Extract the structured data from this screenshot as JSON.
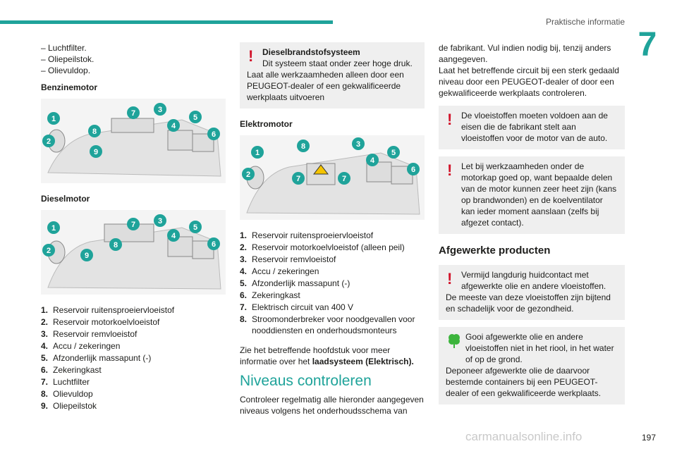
{
  "header": {
    "title": "Praktische informatie",
    "chapter": "7"
  },
  "col1": {
    "dashes": [
      "– Luchtfilter.",
      "– Oliepeilstok.",
      "– Olievuldop."
    ],
    "benzine_title": "Benzinemotor",
    "diesel_title": "Dieselmotor",
    "legend": [
      {
        "n": "1.",
        "t": "Reservoir ruitensproeiervloeistof"
      },
      {
        "n": "2.",
        "t": "Reservoir motorkoelvloeistof"
      },
      {
        "n": "3.",
        "t": "Reservoir remvloeistof"
      },
      {
        "n": "4.",
        "t": "Accu / zekeringen"
      },
      {
        "n": "5.",
        "t": "Afzonderlijk massapunt (-)"
      },
      {
        "n": "6.",
        "t": "Zekeringkast"
      },
      {
        "n": "7.",
        "t": "Luchtfilter"
      },
      {
        "n": "8.",
        "t": "Olievuldop"
      },
      {
        "n": "9.",
        "t": "Oliepeilstok"
      }
    ],
    "fig_benzine_labels": [
      "1",
      "2",
      "7",
      "3",
      "5",
      "4",
      "6",
      "8",
      "9"
    ],
    "fig_diesel_labels": [
      "1",
      "2",
      "7",
      "3",
      "5",
      "4",
      "6",
      "8",
      "9"
    ]
  },
  "col2": {
    "warn_title": "Dieselbrandstofsysteem",
    "warn_line1": "Dit systeem staat onder zeer hoge druk.",
    "warn_body": "Laat alle werkzaamheden alleen door een PEUGEOT-dealer of een gekwalificeerde werkplaats uitvoeren",
    "elektro_title": "Elektromotor",
    "fig_elektro_labels": [
      "1",
      "2",
      "8",
      "3",
      "5",
      "4",
      "6",
      "7",
      "7"
    ],
    "legend": [
      {
        "n": "1.",
        "t": "Reservoir ruitensproeiervloeistof"
      },
      {
        "n": "2.",
        "t": "Reservoir motorkoelvloeistof (alleen peil)"
      },
      {
        "n": "3.",
        "t": "Reservoir remvloeistof"
      },
      {
        "n": "4.",
        "t": "Accu / zekeringen"
      },
      {
        "n": "5.",
        "t": "Afzonderlijk massapunt (-)"
      },
      {
        "n": "6.",
        "t": "Zekeringkast"
      },
      {
        "n": "7.",
        "t": "Elektrisch circuit van 400 V"
      },
      {
        "n": "8.",
        "t": "Stroomonderbreker voor noodgevallen voor nooddiensten en onderhoudsmonteurs"
      }
    ],
    "ref_text": "Zie het betreffende hoofdstuk voor meer informatie over het ",
    "ref_bold": "laadsysteem (Elektrisch).",
    "niveaus_title": "Niveaus controleren",
    "niveaus_text": "Controleer regelmatig alle hieronder aangegeven niveaus volgens het onderhoudsschema van"
  },
  "col3": {
    "cont_text": "de fabrikant. Vul indien nodig bij, tenzij anders aangegeven.",
    "cont_text2": "Laat het betreffende circuit bij een sterk gedaald niveau door een PEUGEOT-dealer of door een gekwalificeerde werkplaats controleren.",
    "note1": "De vloeistoffen moeten voldoen aan de eisen die de fabrikant stelt aan vloeistoffen voor de motor van de auto.",
    "note2": "Let bij werkzaamheden onder de motorkap goed op, want bepaalde delen van de motor kunnen zeer heet zijn (kans op brandwonden) en de koelventilator kan ieder moment aanslaan (zelfs bij afgezet contact).",
    "afgewerkt_title": "Afgewerkte producten",
    "note3_line1": "Vermijd langdurig huidcontact met afgewerkte olie en andere vloeistoffen.",
    "note3_line2": "De meeste van deze vloeistoffen zijn bijtend en schadelijk voor de gezondheid.",
    "note4_line1": "Gooi afgewerkte olie en andere vloeistoffen niet in het riool, in het water of op de grond.",
    "note4_line2": "Deponeer afgewerkte olie de daarvoor bestemde containers bij een PEUGEOT-dealer of een gekwalificeerde werkplaats."
  },
  "footer": {
    "page": "197",
    "watermark": "carmanualsonline.info"
  }
}
